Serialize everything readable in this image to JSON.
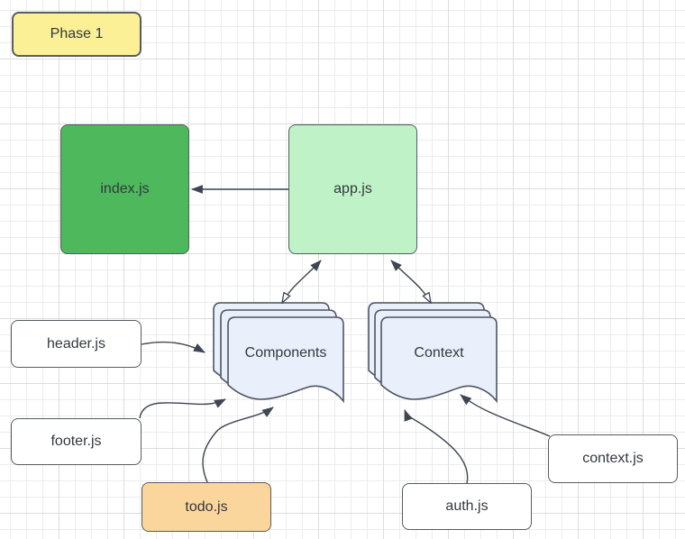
{
  "canvas": {
    "background": "#ffffff",
    "grid_minor_color": "#ececec",
    "grid_major_color": "#dddddd",
    "stroke_color": "#3d4651",
    "text_color": "#33383e"
  },
  "nodes": {
    "phase": {
      "label": "Phase 1",
      "fill": "#fbf096",
      "type": "rounded-rectangle-note"
    },
    "index": {
      "label": "index.js",
      "fill": "#4db85c",
      "type": "rounded-square"
    },
    "app": {
      "label": "app.js",
      "fill": "#bff2c7",
      "type": "rounded-square"
    },
    "components": {
      "label": "Components",
      "fill": "#eaf0fb",
      "type": "multi-document-stack"
    },
    "context_stack": {
      "label": "Context",
      "fill": "#eaf0fb",
      "type": "multi-document-stack"
    },
    "header": {
      "label": "header.js",
      "fill": "#ffffff",
      "type": "rounded-rectangle"
    },
    "footer": {
      "label": "footer.js",
      "fill": "#ffffff",
      "type": "rounded-rectangle"
    },
    "todo": {
      "label": "todo.js",
      "fill": "#fbd69c",
      "type": "rounded-rectangle"
    },
    "auth": {
      "label": "auth.js",
      "fill": "#ffffff",
      "type": "rounded-rectangle"
    },
    "contextjs": {
      "label": "context.js",
      "fill": "#ffffff",
      "type": "rounded-rectangle"
    }
  },
  "edges": [
    {
      "from": "app.js",
      "to": "index.js",
      "start_arrow": "none",
      "end_arrow": "filled",
      "shape": "straight"
    },
    {
      "from": "Components",
      "to": "app.js",
      "start_arrow": "open",
      "end_arrow": "filled",
      "shape": "curved"
    },
    {
      "from": "Context",
      "to": "app.js",
      "start_arrow": "open",
      "end_arrow": "filled",
      "shape": "curved"
    },
    {
      "from": "header.js",
      "to": "Components",
      "start_arrow": "none",
      "end_arrow": "filled",
      "shape": "curved"
    },
    {
      "from": "footer.js",
      "to": "Components",
      "start_arrow": "none",
      "end_arrow": "filled",
      "shape": "curved"
    },
    {
      "from": "todo.js",
      "to": "Components",
      "start_arrow": "none",
      "end_arrow": "filled",
      "shape": "curved"
    },
    {
      "from": "auth.js",
      "to": "Context",
      "start_arrow": "none",
      "end_arrow": "filled",
      "shape": "curved"
    },
    {
      "from": "context.js",
      "to": "Context",
      "start_arrow": "none",
      "end_arrow": "filled",
      "shape": "curved"
    }
  ]
}
